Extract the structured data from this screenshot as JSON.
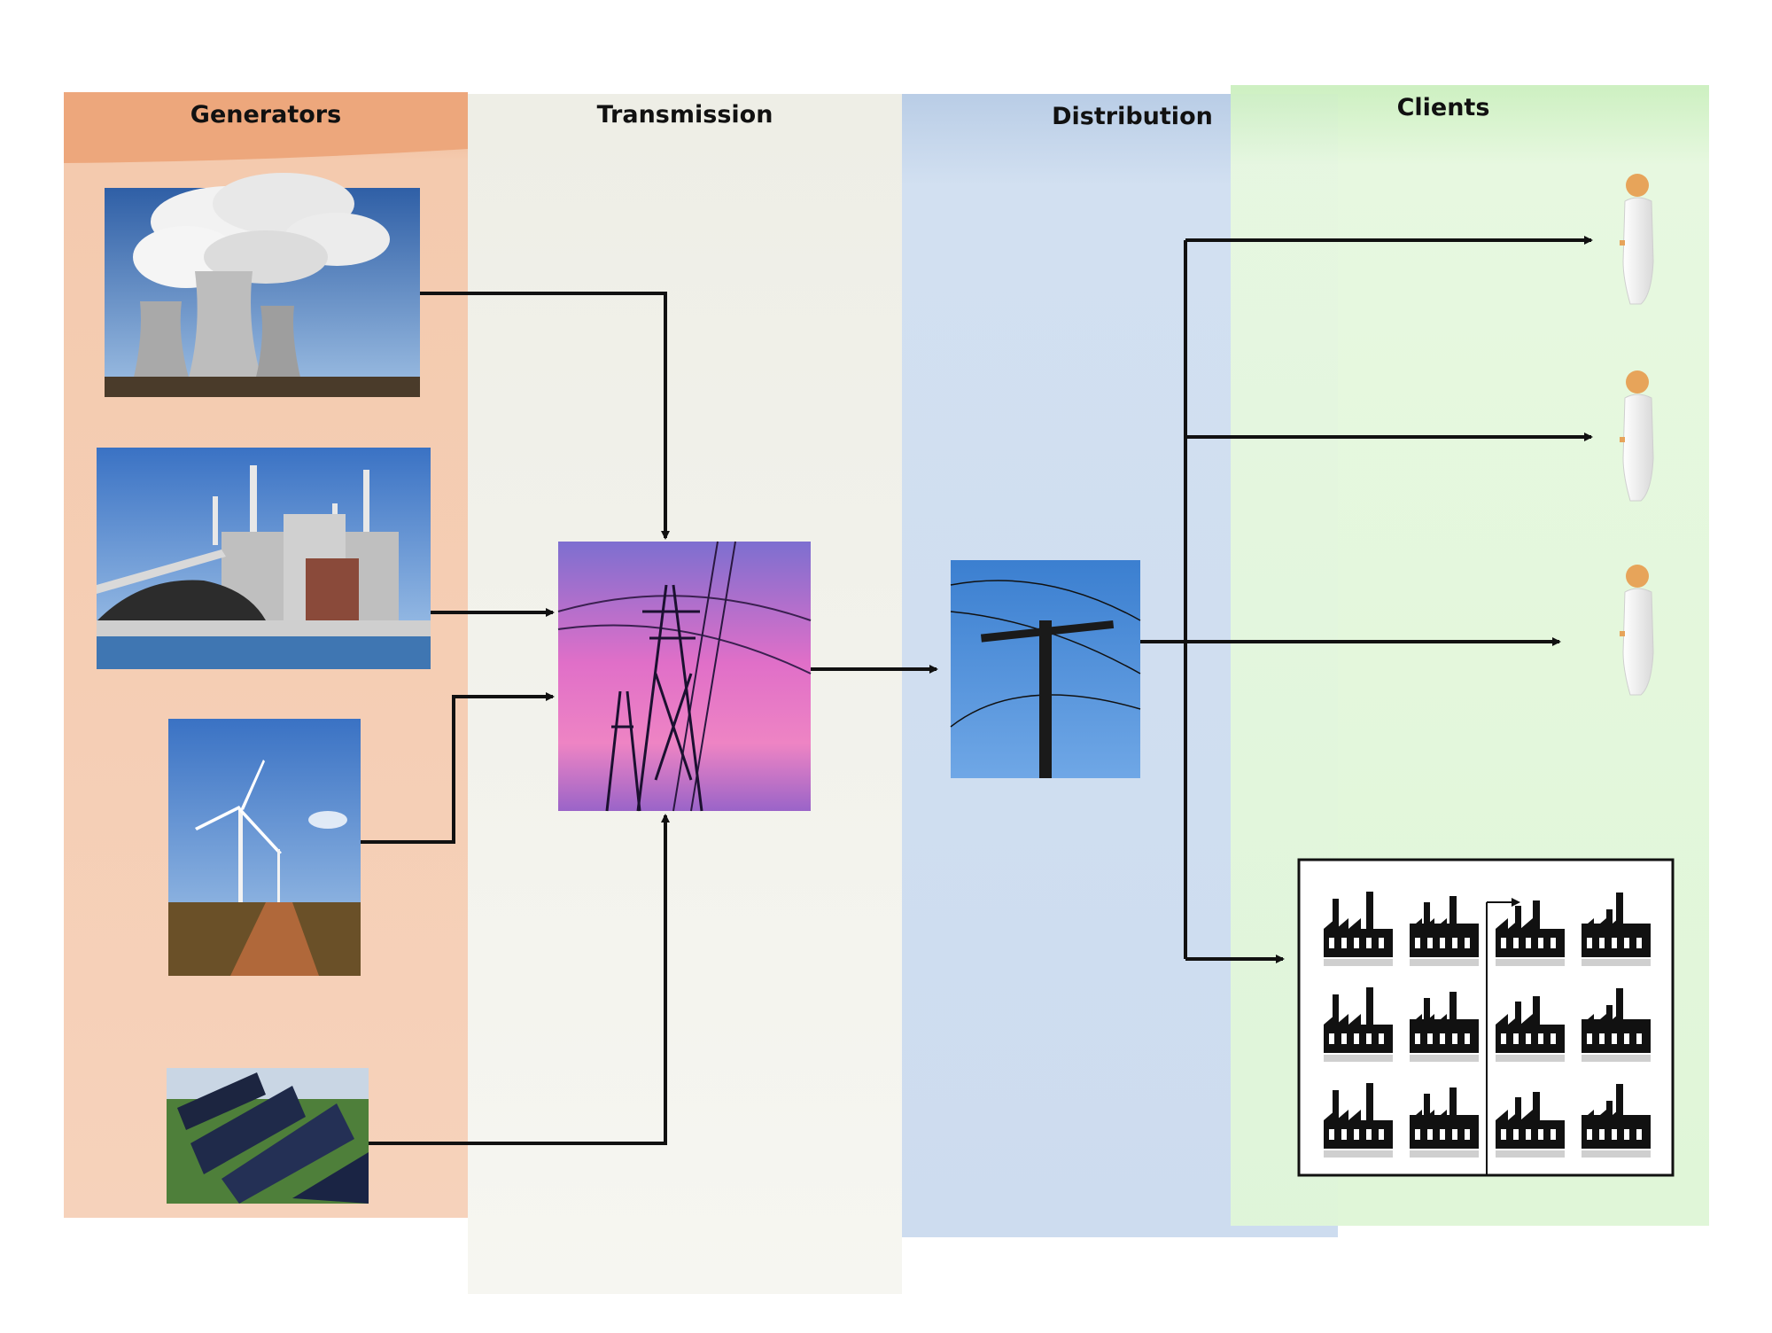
{
  "lanes": {
    "generators": "Generators",
    "transmission": "Transmission",
    "distribution": "Distribution",
    "clients": "Clients"
  },
  "generator_sources": [
    "nuclear-power-plant",
    "coal-power-plant",
    "wind-turbine",
    "solar-panels"
  ],
  "clients": {
    "people_count": 3,
    "factory_count": 12
  },
  "colors": {
    "generators": "#f4c9ac",
    "transmission": "#f4f4ee",
    "distribution": "#c9d9ee",
    "clients": "#dff5d6",
    "arrow": "#111111"
  }
}
